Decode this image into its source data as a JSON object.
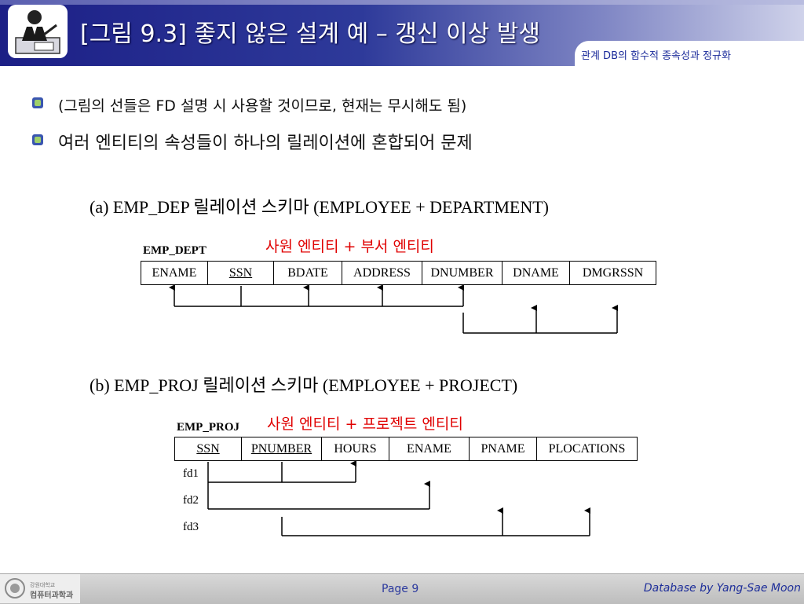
{
  "header": {
    "title": "[그림 9.3] 좋지 않은 설계 예 – 갱신 이상 발생",
    "subtitle": "관계 DB의 함수적 종속성과 정규화"
  },
  "bullets": [
    "(그림의 선들은 FD 설명 시 사용할 것이므로, 현재는 무시해도 됨)",
    "여러 엔티티의 속성들이 하나의 릴레이션에 혼합되어 문제"
  ],
  "section_a": {
    "label": "(a) EMP_DEP 릴레이션 스키마 (EMPLOYEE + DEPARTMENT)",
    "note": "사원 엔티티 + 부서 엔티티",
    "relation": "EMP_DEPT",
    "attributes": [
      "ENAME",
      "SSN",
      "BDATE",
      "ADDRESS",
      "DNUMBER",
      "DNAME",
      "DMGRSSN"
    ]
  },
  "section_b": {
    "label": "(b) EMP_PROJ 릴레이션 스키마 (EMPLOYEE + PROJECT)",
    "note": "사원 엔티티 + 프로젝트 엔티티",
    "relation": "EMP_PROJ",
    "attributes": [
      "SSN",
      "PNUMBER",
      "HOURS",
      "ENAME",
      "PNAME",
      "PLOCATIONS"
    ],
    "fd_labels": [
      "fd1",
      "fd2",
      "fd3"
    ]
  },
  "footer": {
    "logo_line1": "강원대학교",
    "logo_line2": "컴퓨터과학과",
    "page": "Page 9",
    "author": "Database by Yang-Sae Moon"
  },
  "colors": {
    "header_blue": "#1c1f86",
    "note_red": "#e00000",
    "footer_text": "#2c3a9e"
  }
}
